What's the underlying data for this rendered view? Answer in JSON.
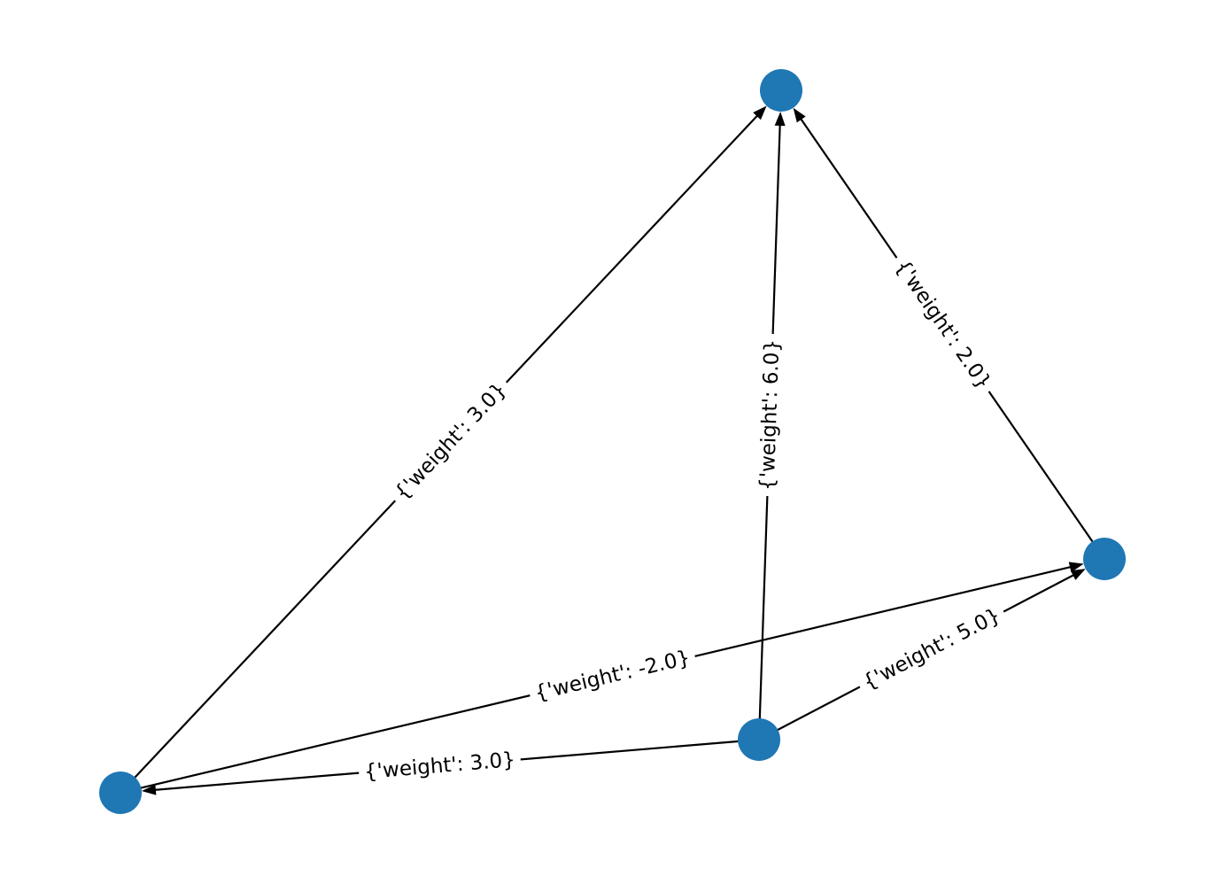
{
  "colors": {
    "node": "#1f77b4",
    "edge": "#000000",
    "label": "#000000"
  },
  "graph": {
    "nodes": [
      "n0",
      "n1",
      "n2",
      "n3"
    ],
    "edges": [
      {
        "id": "e-n0-n1",
        "from": "n0",
        "to": "n1",
        "label": "{'weight': 3.0}"
      },
      {
        "id": "e-n3-n1",
        "from": "n3",
        "to": "n1",
        "label": "{'weight': 6.0}"
      },
      {
        "id": "e-n2-n1",
        "from": "n2",
        "to": "n1",
        "label": "{'weight': 2.0}"
      },
      {
        "id": "e-n0-n2",
        "from": "n0",
        "to": "n2",
        "label": "{'weight': -2.0}"
      },
      {
        "id": "e-n3-n2",
        "from": "n3",
        "to": "n2",
        "label": "{'weight': 5.0}"
      },
      {
        "id": "e-n3-n0",
        "from": "n3",
        "to": "n0",
        "label": "{'weight': 3.0}"
      }
    ]
  }
}
